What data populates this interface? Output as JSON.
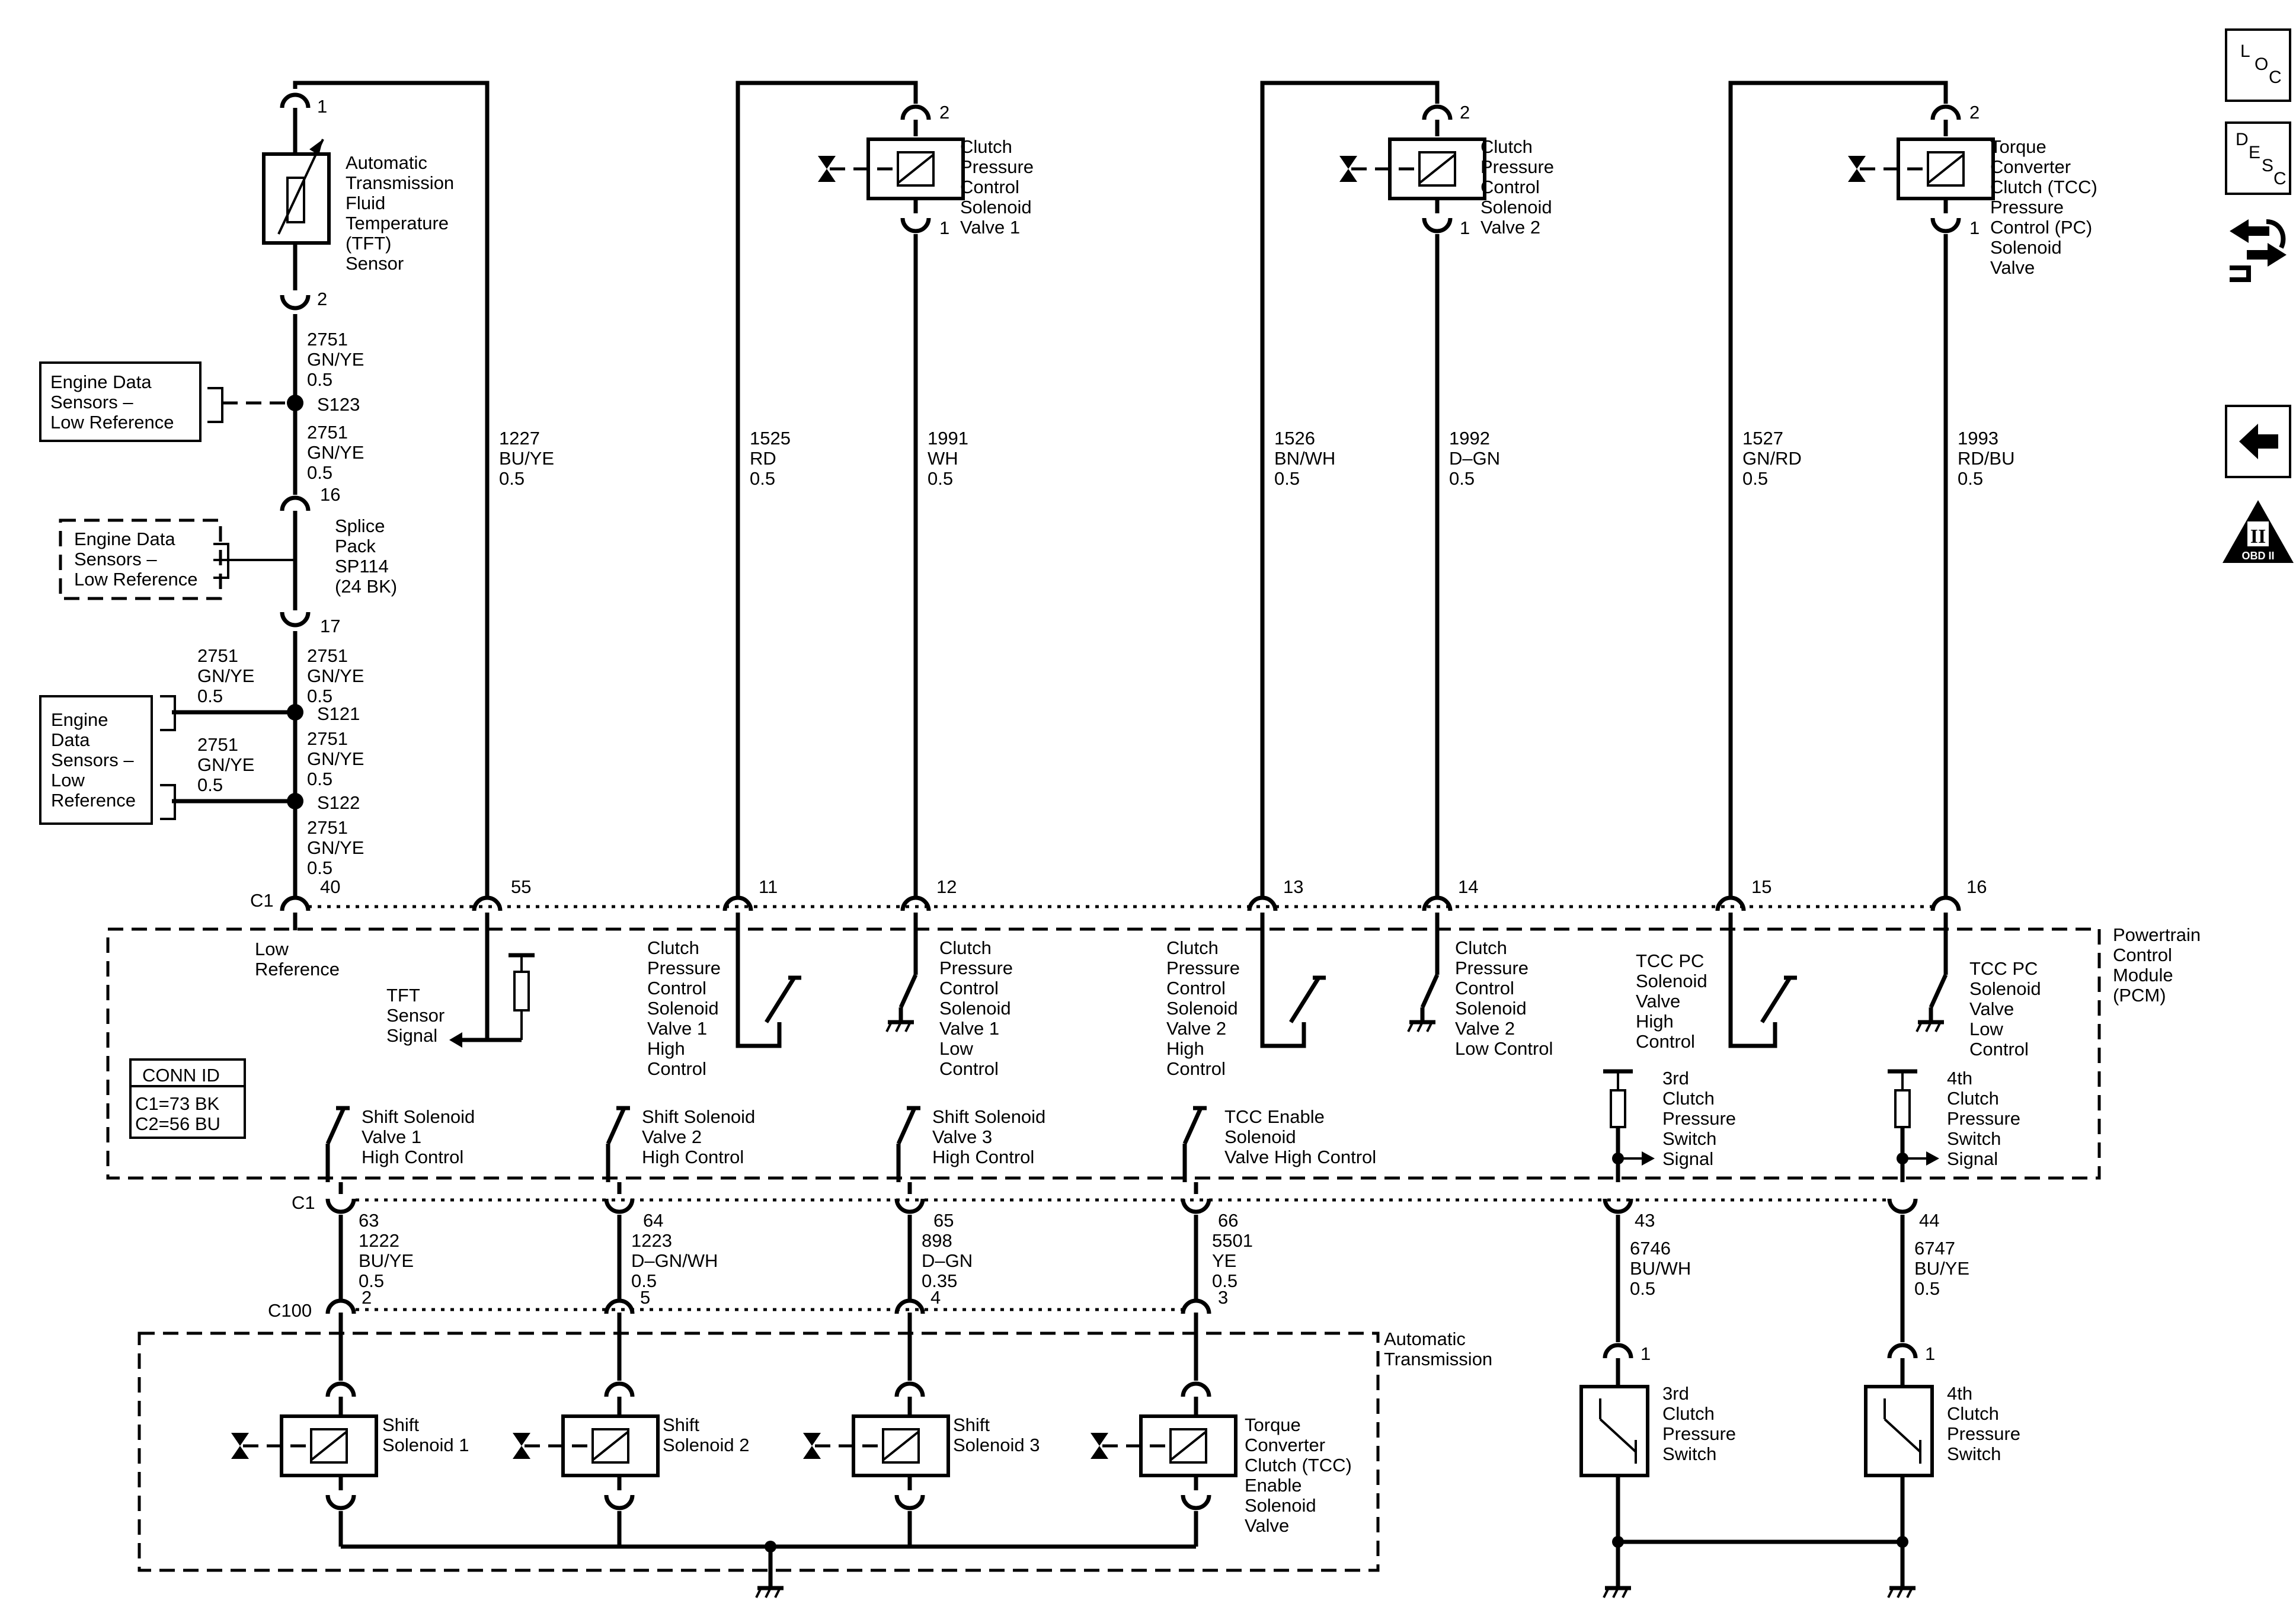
{
  "top_components": {
    "tft": {
      "lines": [
        "Automatic",
        "Transmission",
        "Fluid",
        "Temperature",
        "(TFT)",
        "Sensor"
      ],
      "pin_top": "1",
      "pin_bottom": "2"
    },
    "cpc1": {
      "lines": [
        "Clutch",
        "Pressure",
        "Control",
        "Solenoid",
        "Valve 1"
      ],
      "pin_top": "2",
      "pin_bottom": "1"
    },
    "cpc2": {
      "lines": [
        "Clutch",
        "Pressure",
        "Control",
        "Solenoid",
        "Valve 2"
      ],
      "pin_top": "2",
      "pin_bottom": "1"
    },
    "tccpc": {
      "lines": [
        "Torque",
        "Converter",
        "Clutch (TCC)",
        "Pressure",
        "Control (PC)",
        "Solenoid",
        "Valve"
      ],
      "pin_top": "2",
      "pin_bottom": "1"
    }
  },
  "left_refs": {
    "s123_box": [
      "Engine Data",
      "Sensors –",
      "Low Reference"
    ],
    "sp114_box": [
      "Engine Data",
      "Sensors –",
      "Low Reference"
    ],
    "s121_box": [
      "Engine",
      "Data",
      "Sensors –",
      "Low",
      "Reference"
    ]
  },
  "splices": {
    "s123": "S123",
    "s121": "S121",
    "s122": "S122",
    "sp114": [
      "Splice",
      "Pack",
      "SP114",
      "(24 BK)"
    ],
    "pin16": "16",
    "pin17": "17"
  },
  "wires_left": {
    "w_a": [
      "2751",
      "GN/YE",
      "0.5"
    ],
    "w_b": [
      "2751",
      "GN/YE",
      "0.5"
    ],
    "w_c": [
      "2751",
      "GN/YE",
      "0.5"
    ],
    "w_d": [
      "2751",
      "GN/YE",
      "0.5"
    ],
    "w_e": [
      "2751",
      "GN/YE",
      "0.5"
    ],
    "w_f": [
      "2751",
      "GN/YE",
      "0.5"
    ],
    "w_g": [
      "2751",
      "GN/YE",
      "0.5"
    ]
  },
  "wires_vertical": [
    [
      "1227",
      "BU/YE",
      "0.5"
    ],
    [
      "1525",
      "RD",
      "0.5"
    ],
    [
      "1991",
      "WH",
      "0.5"
    ],
    [
      "1526",
      "BN/WH",
      "0.5"
    ],
    [
      "1992",
      "D–GN",
      "0.5"
    ],
    [
      "1527",
      "GN/RD",
      "0.5"
    ],
    [
      "1993",
      "RD/BU",
      "0.5"
    ]
  ],
  "c1_top": {
    "label": "C1",
    "pins": [
      "40",
      "55",
      "11",
      "12",
      "13",
      "14",
      "15",
      "16"
    ]
  },
  "pcm": {
    "name": [
      "Powertrain",
      "Control",
      "Module",
      "(PCM)"
    ],
    "low_ref": [
      "Low",
      "Reference"
    ],
    "tft_signal": [
      "TFT",
      "Sensor",
      "Signal"
    ],
    "circuits": [
      [
        "Clutch",
        "Pressure",
        "Control",
        "Solenoid",
        "Valve 1",
        "High",
        "Control"
      ],
      [
        "Clutch",
        "Pressure",
        "Control",
        "Solenoid",
        "Valve 1",
        "Low",
        "Control"
      ],
      [
        "Clutch",
        "Pressure",
        "Control",
        "Solenoid",
        "Valve 2",
        "High",
        "Control"
      ],
      [
        "Clutch",
        "Pressure",
        "Control",
        "Solenoid",
        "Valve 2",
        "Low Control"
      ],
      [
        "TCC PC",
        "Solenoid",
        "Valve",
        "High",
        "Control"
      ],
      [
        "TCC PC",
        "Solenoid",
        "Valve",
        "Low",
        "Control"
      ]
    ],
    "conn_id": {
      "title": "CONN ID",
      "c1": "C1=73 BK",
      "c2": "C2=56 BU"
    },
    "lower_circuits": [
      [
        "Shift Solenoid",
        "Valve 1",
        "High Control"
      ],
      [
        "Shift Solenoid",
        "Valve 2",
        "High Control"
      ],
      [
        "Shift Solenoid",
        "Valve 3",
        "High Control"
      ],
      [
        "TCC Enable",
        "Solenoid",
        "Valve High Control"
      ]
    ],
    "switch_signals": [
      [
        "3rd",
        "Clutch",
        "Pressure",
        "Switch",
        "Signal"
      ],
      [
        "4th",
        "Clutch",
        "Pressure",
        "Switch",
        "Signal"
      ]
    ]
  },
  "c1_bottom": {
    "label": "C1",
    "pins": [
      "63",
      "64",
      "65",
      "66",
      "43",
      "44"
    ]
  },
  "wires_lower": [
    [
      "1222",
      "BU/YE",
      "0.5"
    ],
    [
      "1223",
      "D–GN/WH",
      "0.5"
    ],
    [
      "898",
      "D–GN",
      "0.35"
    ],
    [
      "5501",
      "YE",
      "0.5"
    ],
    [
      "6746",
      "BU/WH",
      "0.5"
    ],
    [
      "6747",
      "BU/YE",
      "0.5"
    ]
  ],
  "c100": {
    "label": "C100",
    "pins": [
      "2",
      "5",
      "4",
      "3"
    ]
  },
  "auto_trans": {
    "label": [
      "Automatic",
      "Transmission"
    ],
    "solenoids": [
      [
        "Shift",
        "Solenoid 1"
      ],
      [
        "Shift",
        "Solenoid 2"
      ],
      [
        "Shift",
        "Solenoid 3"
      ],
      [
        "Torque",
        "Converter",
        "Clutch (TCC)",
        "Enable",
        "Solenoid",
        "Valve"
      ]
    ]
  },
  "switches": [
    {
      "pin": "1",
      "lines": [
        "3rd",
        "Clutch",
        "Pressure",
        "Switch"
      ]
    },
    {
      "pin": "1",
      "lines": [
        "4th",
        "Clutch",
        "Pressure",
        "Switch"
      ]
    }
  ],
  "side_icons": {
    "loc": [
      "L",
      "O",
      "C"
    ],
    "desc": [
      "D",
      "E",
      "S",
      "C"
    ],
    "obd": "OBD II",
    "obd_numeral": "II"
  }
}
